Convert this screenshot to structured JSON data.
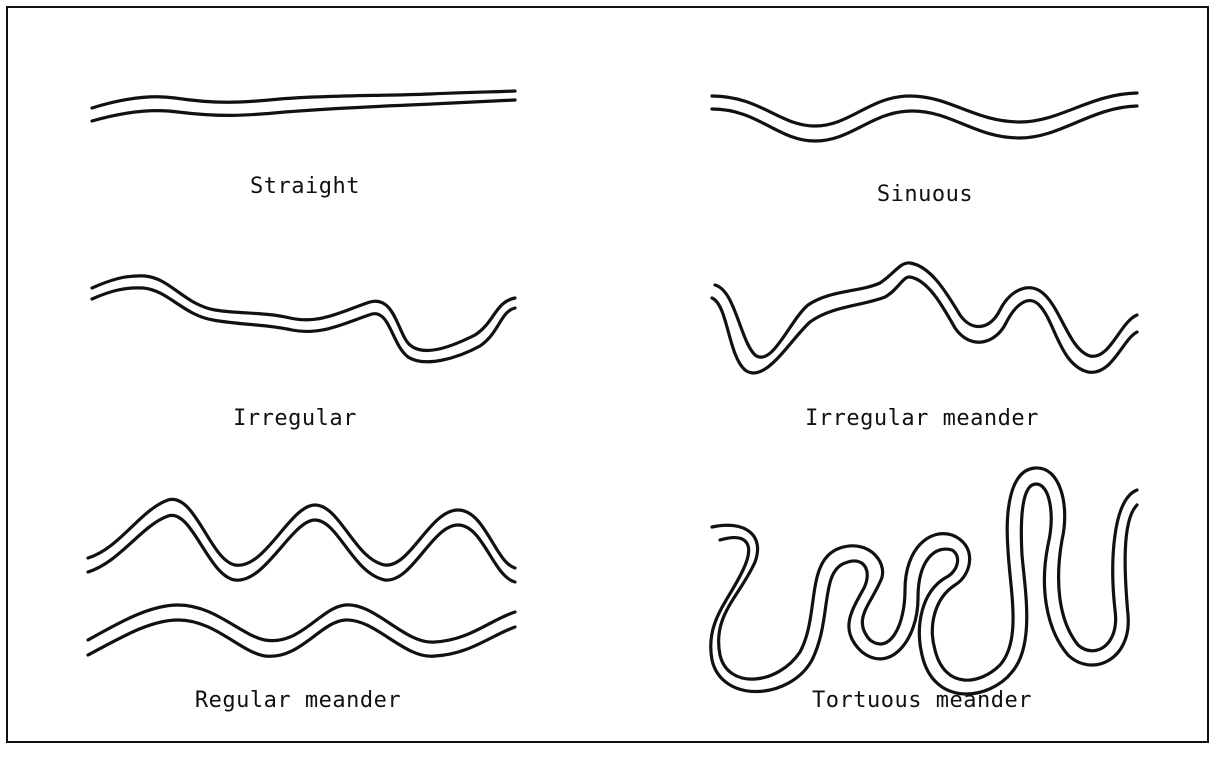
{
  "panels": {
    "straight": {
      "label": "Straight"
    },
    "sinuous": {
      "label": "Sinuous"
    },
    "irregular": {
      "label": "Irregular"
    },
    "irregular_meander": {
      "label": "Irregular meander"
    },
    "regular_meander": {
      "label": "Regular meander"
    },
    "tortuous_meander": {
      "label": "Tortuous meander"
    }
  },
  "colors": {
    "ink": "#111111",
    "background": "#ffffff"
  }
}
